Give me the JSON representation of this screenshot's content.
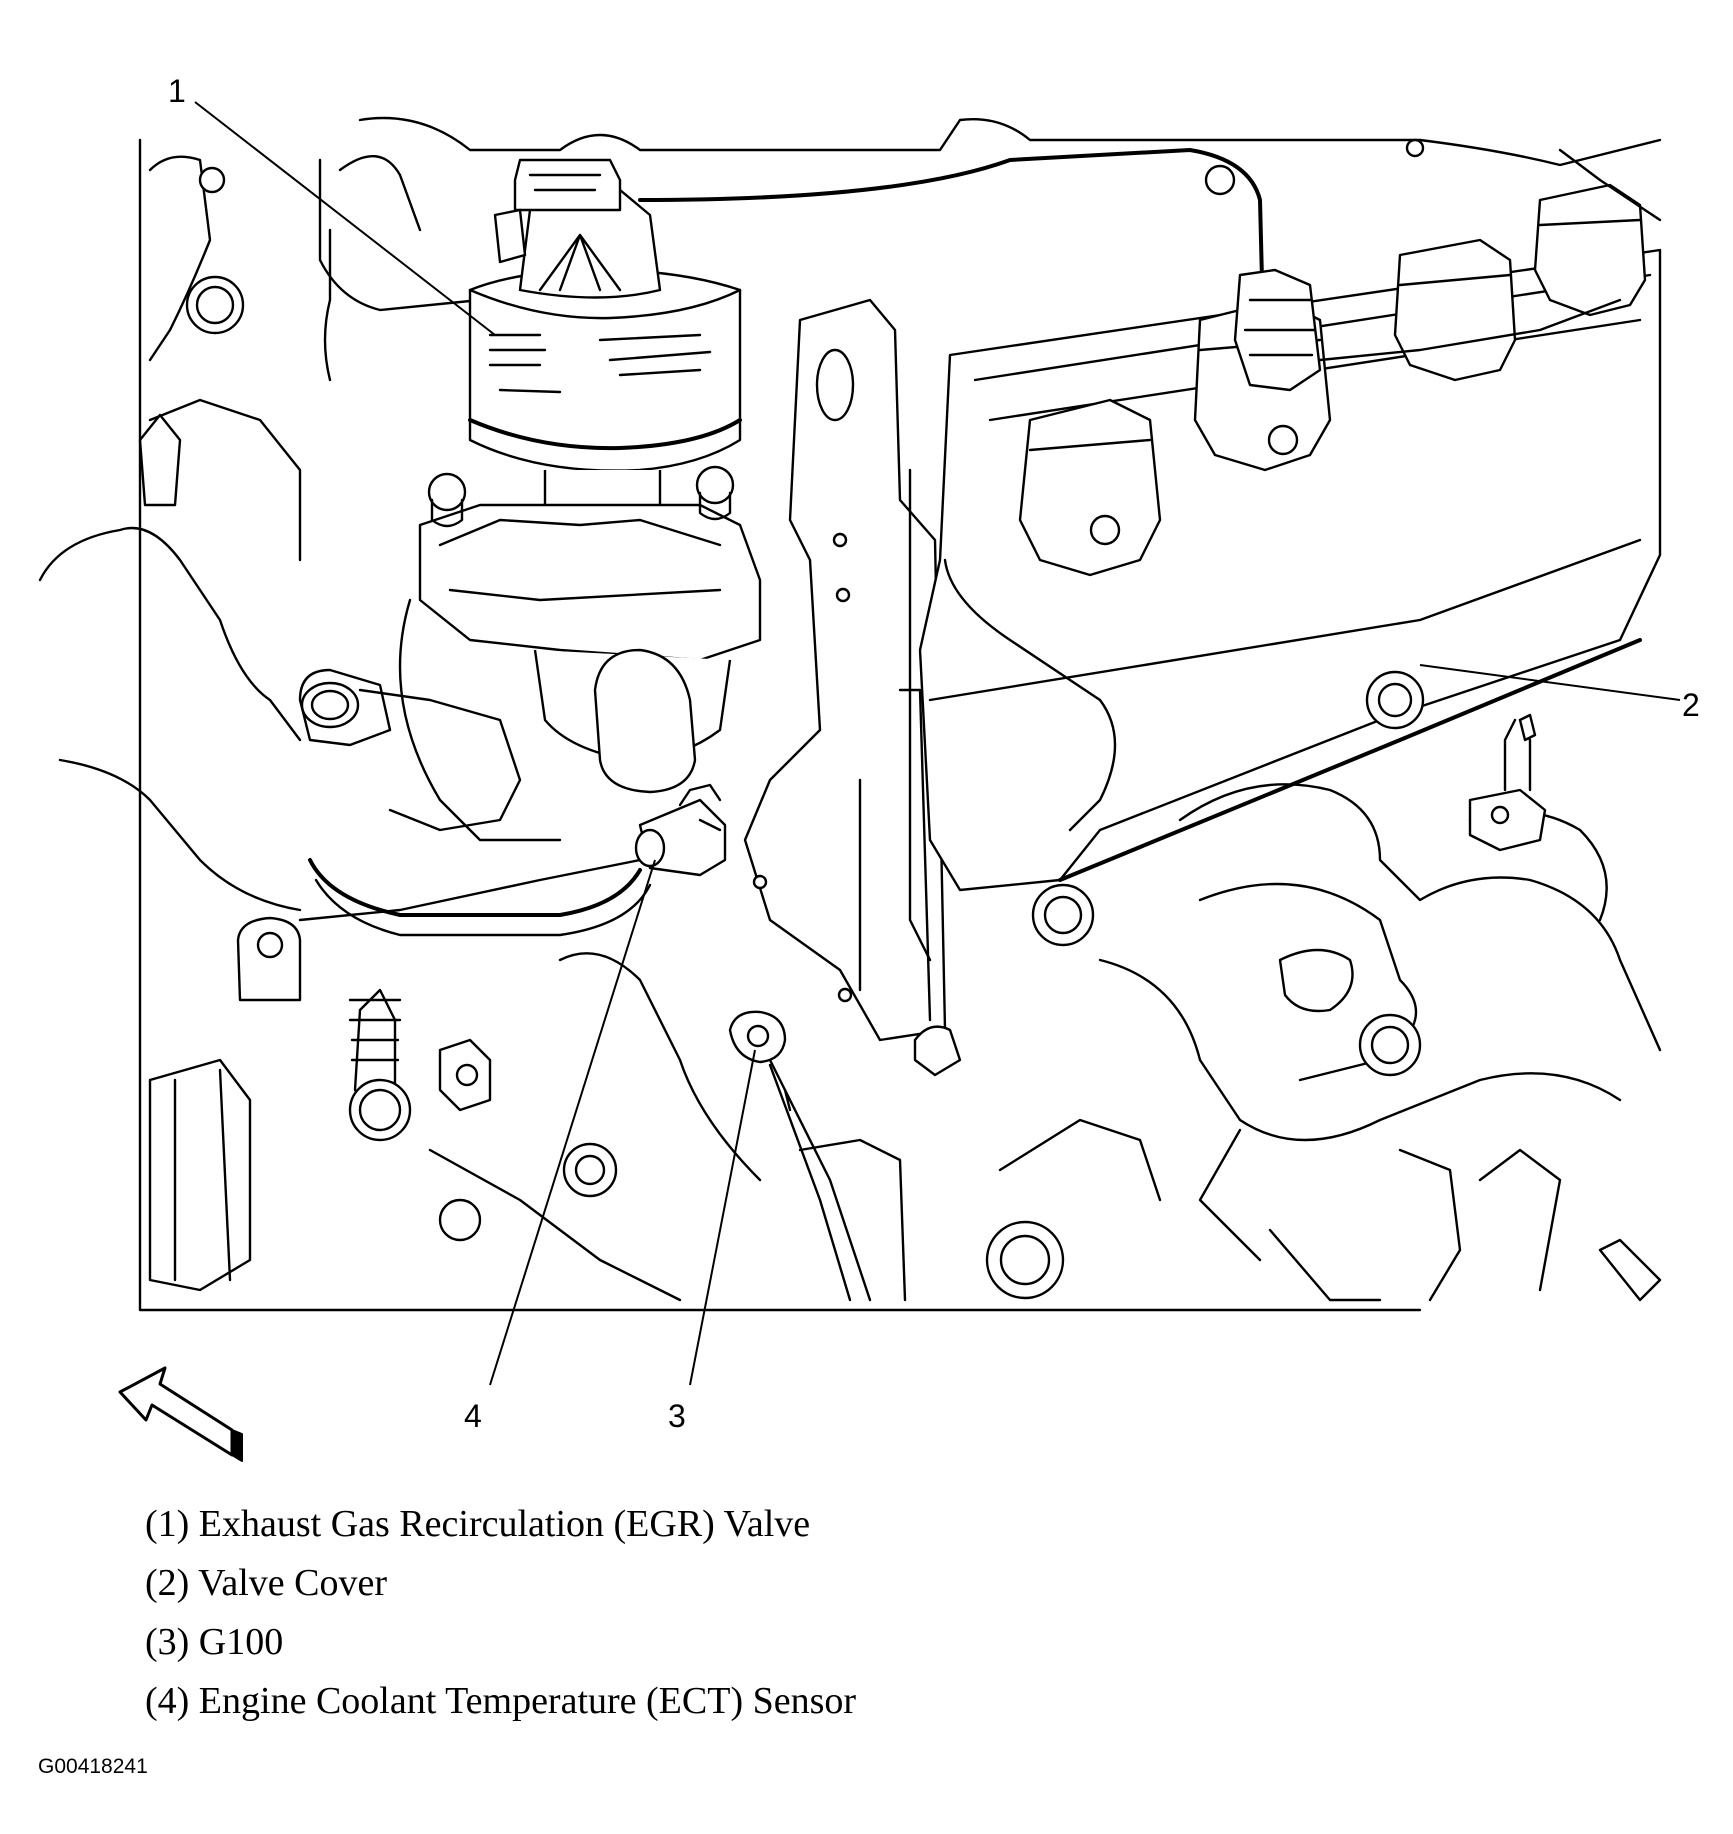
{
  "callouts": [
    {
      "number": "1",
      "label": "(1) Exhaust Gas Recirculation (EGR) Valve"
    },
    {
      "number": "2",
      "label": "(2) Valve Cover"
    },
    {
      "number": "3",
      "label": "(3) G100"
    },
    {
      "number": "4",
      "label": "(4) Engine Coolant Temperature (ECT) Sensor"
    }
  ],
  "figure_id": "G00418241"
}
